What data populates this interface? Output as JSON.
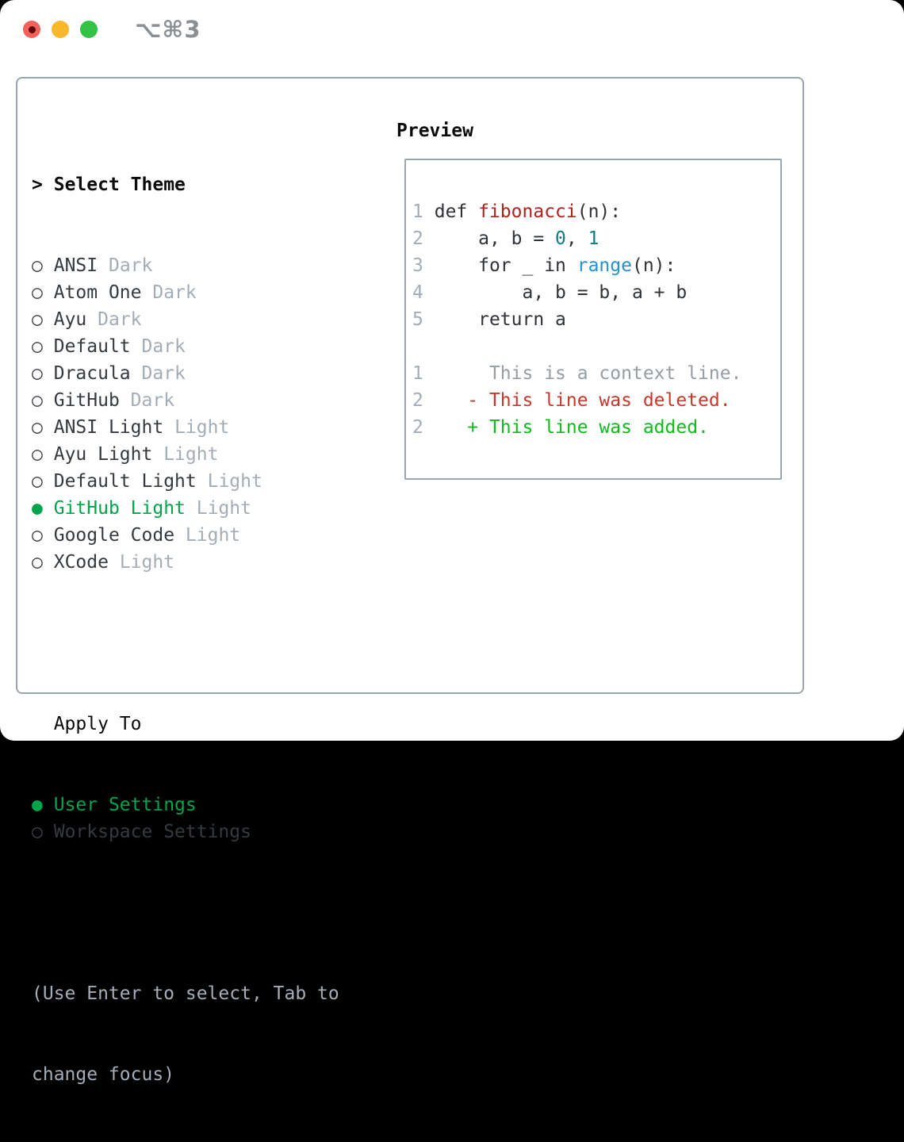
{
  "window": {
    "shortcut": "⌥⌘3"
  },
  "picker": {
    "prompt": ">",
    "title": "Select Theme",
    "themes": [
      {
        "name": "ANSI",
        "variant": "Dark",
        "selected": false
      },
      {
        "name": "Atom One",
        "variant": "Dark",
        "selected": false
      },
      {
        "name": "Ayu",
        "variant": "Dark",
        "selected": false
      },
      {
        "name": "Default",
        "variant": "Dark",
        "selected": false
      },
      {
        "name": "Dracula",
        "variant": "Dark",
        "selected": false
      },
      {
        "name": "GitHub",
        "variant": "Dark",
        "selected": false
      },
      {
        "name": "ANSI Light",
        "variant": "Light",
        "selected": false
      },
      {
        "name": "Ayu Light",
        "variant": "Light",
        "selected": false
      },
      {
        "name": "Default Light",
        "variant": "Light",
        "selected": false
      },
      {
        "name": "GitHub Light",
        "variant": "Light",
        "selected": true
      },
      {
        "name": "Google Code",
        "variant": "Light",
        "selected": false
      },
      {
        "name": "XCode",
        "variant": "Light",
        "selected": false
      }
    ],
    "apply_to": {
      "label": "Apply To",
      "options": [
        {
          "label": "User Settings",
          "selected": true
        },
        {
          "label": "Workspace Settings",
          "selected": false
        }
      ]
    },
    "hint_line1": "(Use Enter to select, Tab to",
    "hint_line2": "change focus)",
    "radio_unselected": "○",
    "radio_selected": "●"
  },
  "preview": {
    "title": "Preview",
    "lines": [
      {
        "num": "1",
        "segs": [
          {
            "t": "def ",
            "c": "code"
          },
          {
            "t": "fibonacci",
            "c": "function"
          },
          {
            "t": "(n):",
            "c": "code"
          }
        ]
      },
      {
        "num": "2",
        "segs": [
          {
            "t": "    a, b = ",
            "c": "code"
          },
          {
            "t": "0",
            "c": "number"
          },
          {
            "t": ", ",
            "c": "code"
          },
          {
            "t": "1",
            "c": "number"
          }
        ]
      },
      {
        "num": "3",
        "segs": [
          {
            "t": "    for _ in ",
            "c": "code"
          },
          {
            "t": "range",
            "c": "builtin"
          },
          {
            "t": "(n):",
            "c": "code"
          }
        ]
      },
      {
        "num": "4",
        "segs": [
          {
            "t": "        a, b = b, a + b",
            "c": "code"
          }
        ]
      },
      {
        "num": "5",
        "segs": [
          {
            "t": "    return a",
            "c": "code"
          }
        ]
      },
      {
        "num": "",
        "segs": []
      },
      {
        "num": "1",
        "segs": [
          {
            "t": "     This is a context line.",
            "c": "context"
          }
        ]
      },
      {
        "num": "2",
        "segs": [
          {
            "t": "   ",
            "c": "code"
          },
          {
            "t": "- This line was deleted.",
            "c": "deleted"
          }
        ]
      },
      {
        "num": "2",
        "segs": [
          {
            "t": "   ",
            "c": "code"
          },
          {
            "t": "+ This line was added.",
            "c": "added"
          }
        ]
      }
    ]
  },
  "colors": {
    "heading": "#0a0a0a",
    "code": "#2f3338",
    "name": "#343a40",
    "marker": "#3c4248",
    "muted": "#a3adb8",
    "line_number": "#a3adb8",
    "context": "#959da5",
    "function": "#b0231d",
    "number": "#0e7c86",
    "builtin": "#2492d1",
    "deleted": "#c9372c",
    "added": "#0fbb1b",
    "selected_green": "#00a44a",
    "panel_border": "#9aa5b1",
    "title_gray": "#8a8f94",
    "traffic_red": "#f4615b",
    "traffic_red_dot": "#5e0a0a",
    "traffic_yellow": "#f9b82b",
    "traffic_green": "#33c243"
  }
}
